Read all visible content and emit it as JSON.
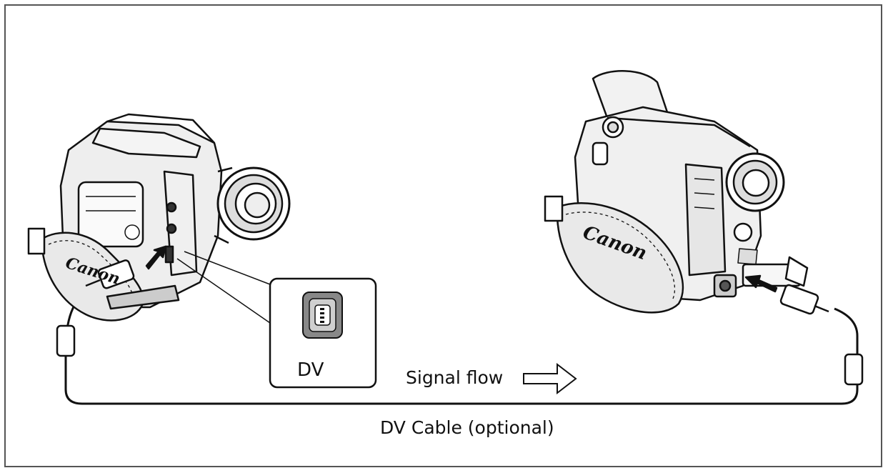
{
  "port_label": "DV",
  "signal_label": "Signal flow",
  "cable_label": "DV Cable (optional)",
  "brand_left": "Canon",
  "brand_right": "Canon",
  "line_color": "#111111",
  "frame_color": "#555555"
}
